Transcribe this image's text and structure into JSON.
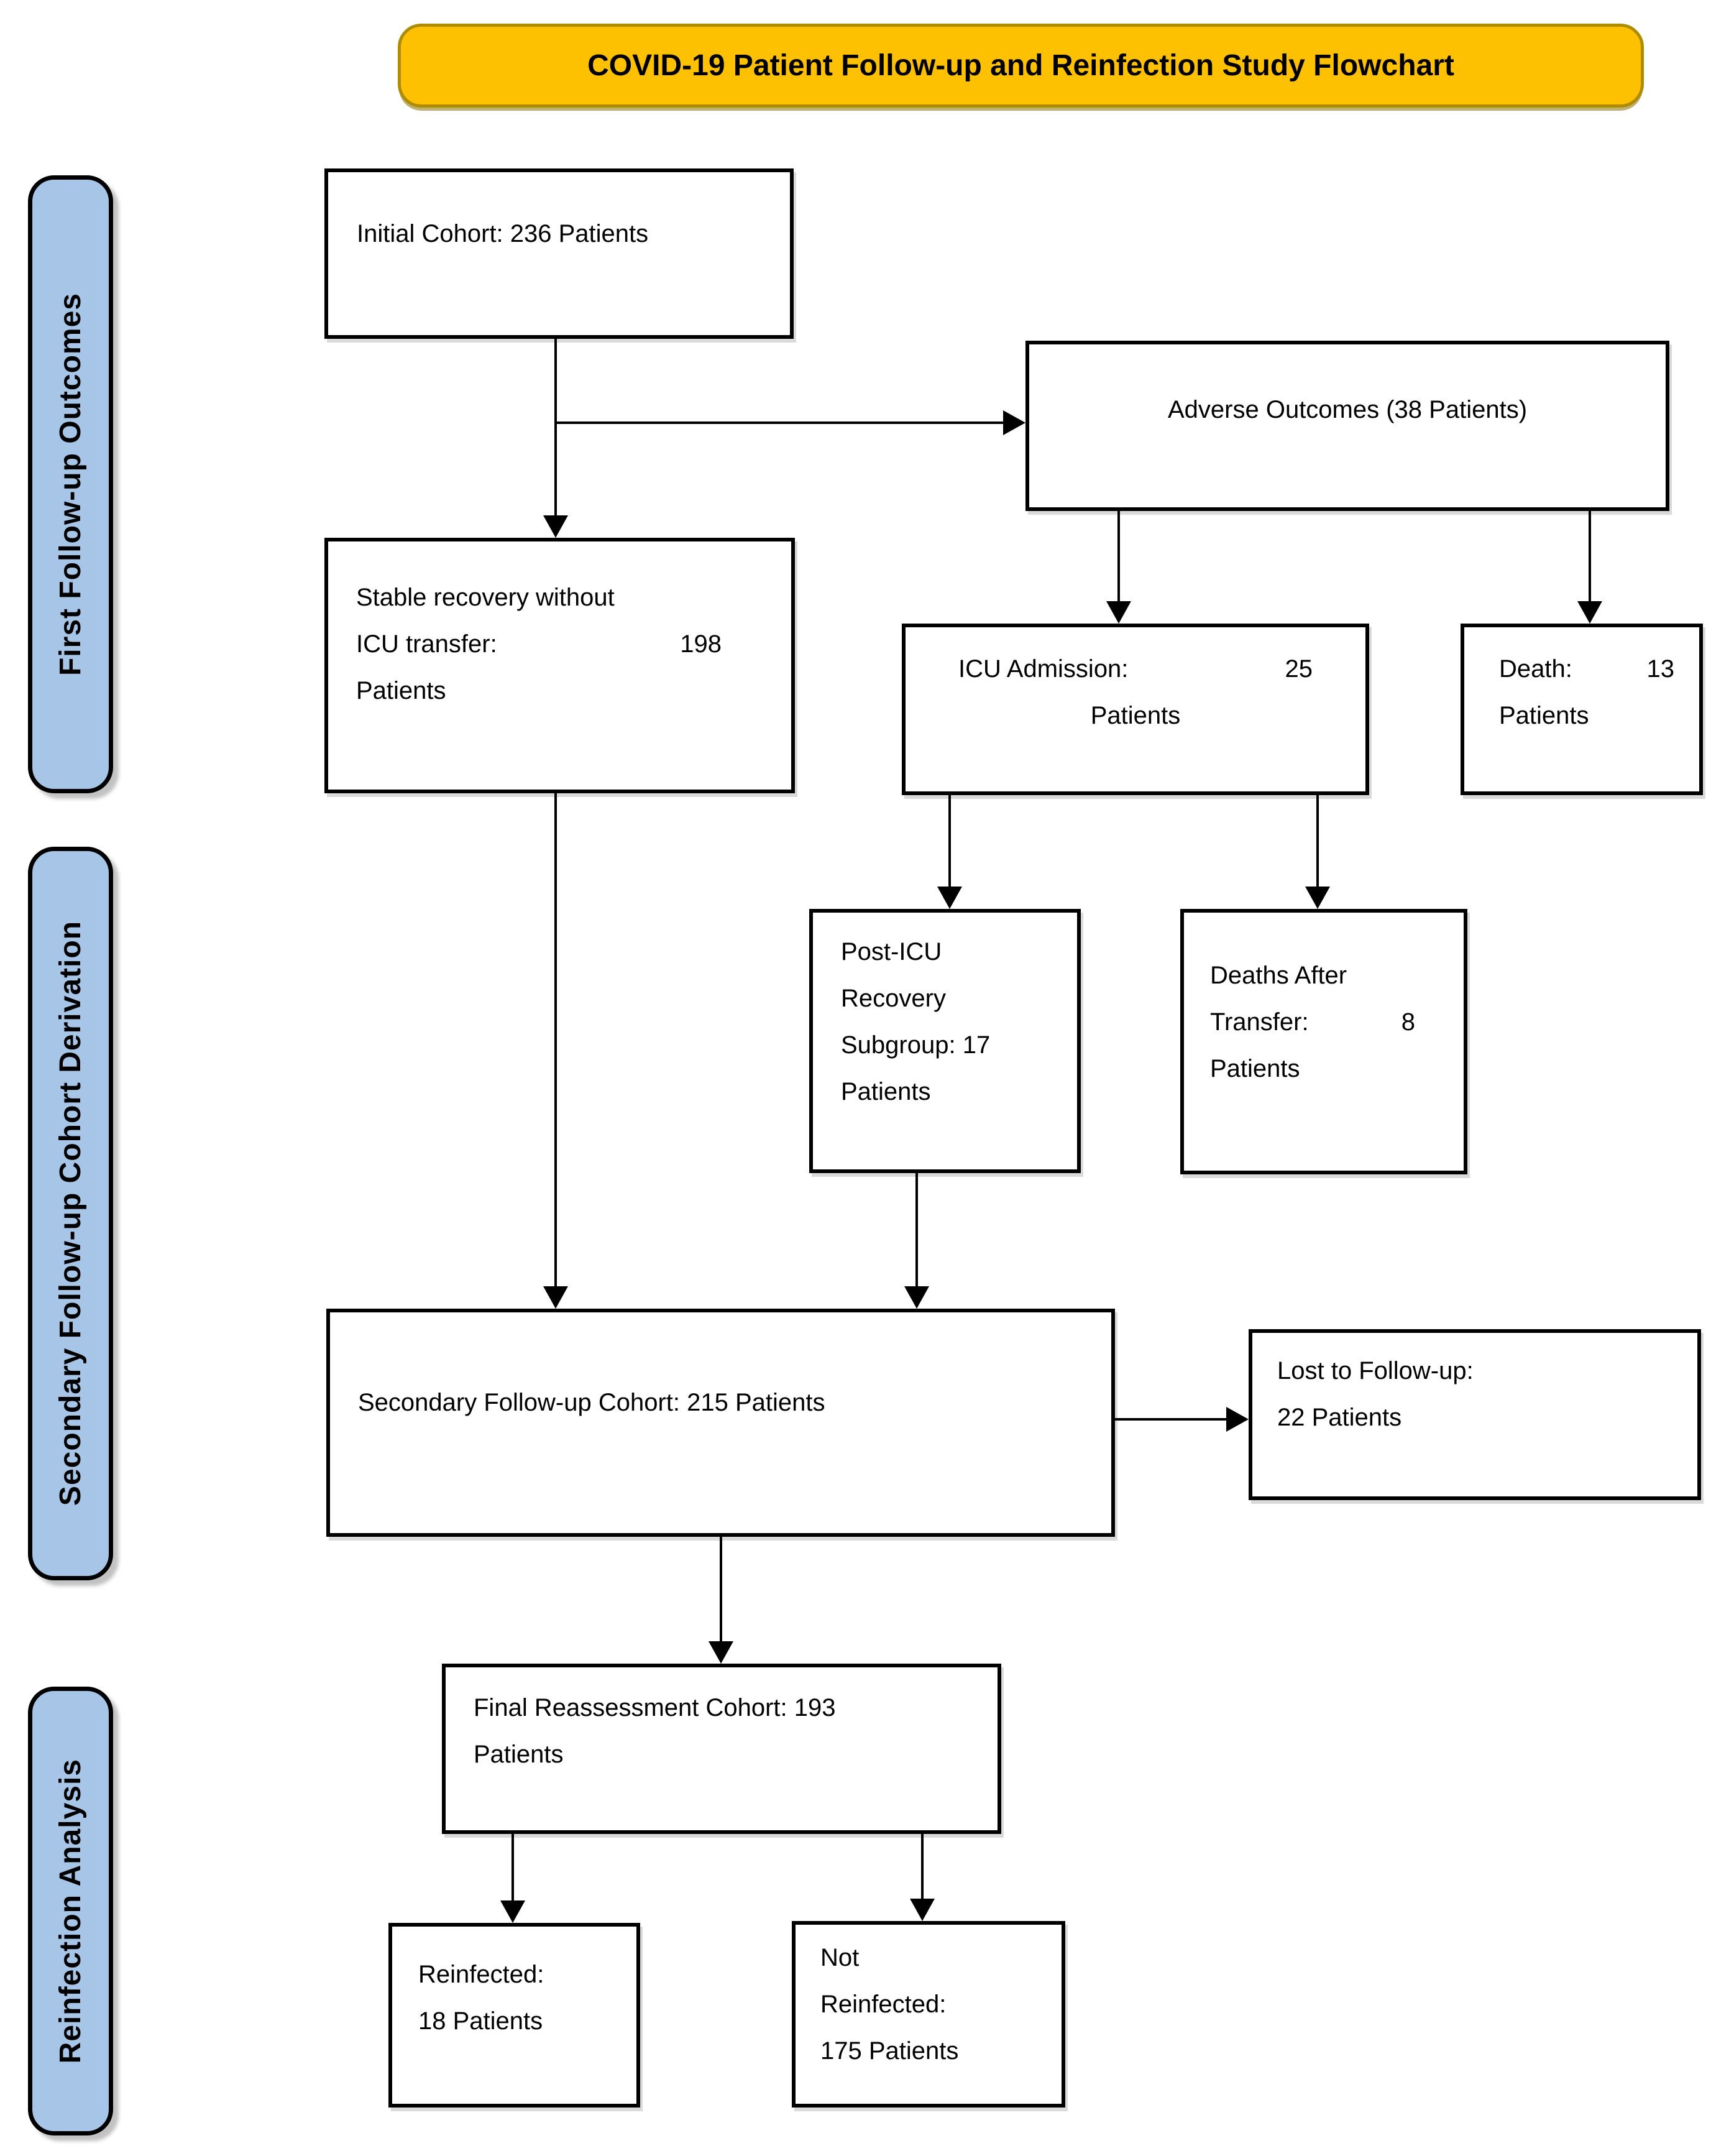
{
  "title": "COVID-19 Patient Follow-up and Reinfection Study Flowchart",
  "sidebar": [
    {
      "label": "First Follow-up Outcomes"
    },
    {
      "label": "Secondary Follow-up Cohort Derivation"
    },
    {
      "label": "Reinfection Analysis"
    }
  ],
  "nodes": {
    "initial": {
      "label": "Initial Cohort: 236 Patients"
    },
    "adverse": {
      "label": "Adverse Outcomes (38 Patients)"
    },
    "stable": {
      "line1": "Stable recovery without",
      "line2_left": "ICU transfer:",
      "line2_right": "198",
      "line3": "Patients"
    },
    "icu": {
      "line1_left": "ICU Admission:",
      "line1_right": "25",
      "line2": "Patients"
    },
    "death": {
      "line1_left": "Death:",
      "line1_right": "13",
      "line2": "Patients"
    },
    "posticu": {
      "line1": "Post-ICU",
      "line2": "Recovery",
      "line3": "Subgroup: 17",
      "line4": "Patients"
    },
    "deaths_after": {
      "line1": "Deaths After",
      "line2_left": "Transfer:",
      "line2_right": "8",
      "line3": "Patients"
    },
    "secondary": {
      "label": "Secondary Follow-up Cohort: 215 Patients"
    },
    "lost": {
      "line1": "Lost to Follow-up:",
      "line2": "22 Patients"
    },
    "final": {
      "line1": "Final Reassessment Cohort: 193",
      "line2": "Patients"
    },
    "reinfected": {
      "line1": "Reinfected:",
      "line2": "18 Patients"
    },
    "not_reinfected": {
      "line1": "Not",
      "line2": "Reinfected:",
      "line3": "175 Patients"
    }
  },
  "edges": [
    {
      "from": "initial-cohort",
      "to": "adverse-outcomes"
    },
    {
      "from": "initial-cohort",
      "to": "stable-recovery"
    },
    {
      "from": "adverse-outcomes",
      "to": "icu-admission"
    },
    {
      "from": "adverse-outcomes",
      "to": "death"
    },
    {
      "from": "icu-admission",
      "to": "post-icu-recovery"
    },
    {
      "from": "icu-admission",
      "to": "deaths-after-transfer"
    },
    {
      "from": "stable-recovery",
      "to": "secondary-cohort"
    },
    {
      "from": "post-icu-recovery",
      "to": "secondary-cohort"
    },
    {
      "from": "secondary-cohort",
      "to": "lost-to-followup"
    },
    {
      "from": "secondary-cohort",
      "to": "final-reassessment-cohort"
    },
    {
      "from": "final-reassessment-cohort",
      "to": "reinfected"
    },
    {
      "from": "final-reassessment-cohort",
      "to": "not-reinfected"
    }
  ],
  "colors": {
    "banner_fill": "#FDC101",
    "banner_border": "#AE8C00",
    "sidebar_fill": "#A7C6E7",
    "node_border": "#000000",
    "line_color": "#000000"
  }
}
